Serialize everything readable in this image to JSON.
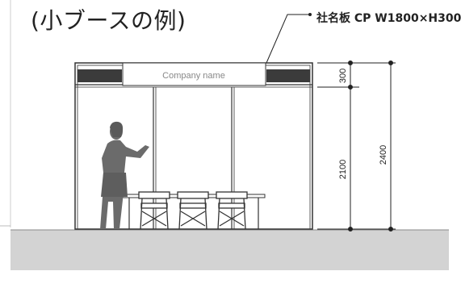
{
  "header": {
    "title": "(小ブースの例)"
  },
  "signboard": {
    "callout_label": "社名板 CP W1800×H300",
    "panel_text": "Company name"
  },
  "dimensions": {
    "signboard_height": "300",
    "wall_height": "2100",
    "total_height": "2400"
  }
}
